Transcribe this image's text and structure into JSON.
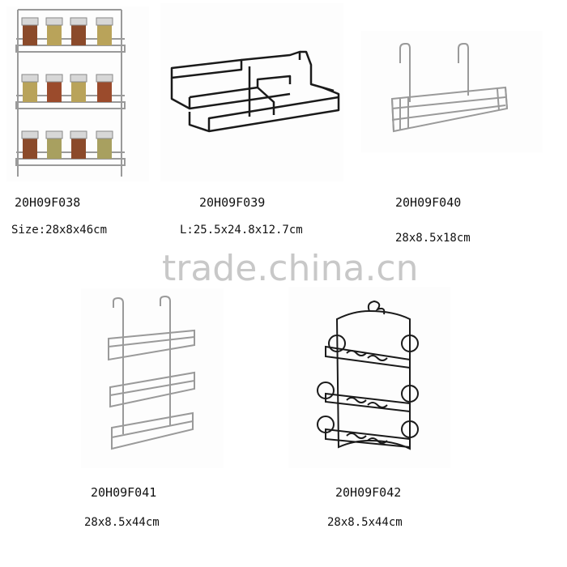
{
  "products": [
    {
      "code": "20H09F038",
      "size": "Size:28x8x46cm",
      "image": "spice-rack-3-tier-jars-photo"
    },
    {
      "code": "20H09F039",
      "size": "L:25.5x24.8x12.7cm",
      "image": "step-shelf-black-wire-photo"
    },
    {
      "code": "20H09F040",
      "size": "28x8.5x18cm",
      "image": "over-door-single-basket-photo"
    },
    {
      "code": "20H09F041",
      "size": "28x8.5x44cm",
      "image": "over-door-three-basket-photo"
    },
    {
      "code": "20H09F042",
      "size": "28x8.5x44cm",
      "image": "scroll-wire-rack-photo"
    }
  ],
  "watermark": "trade.china.cn",
  "colors": {
    "background": "#ffffff",
    "chrome": "#9a9a9a",
    "black_wire": "#1a1a1a",
    "watermark": "#c8c8c8"
  }
}
